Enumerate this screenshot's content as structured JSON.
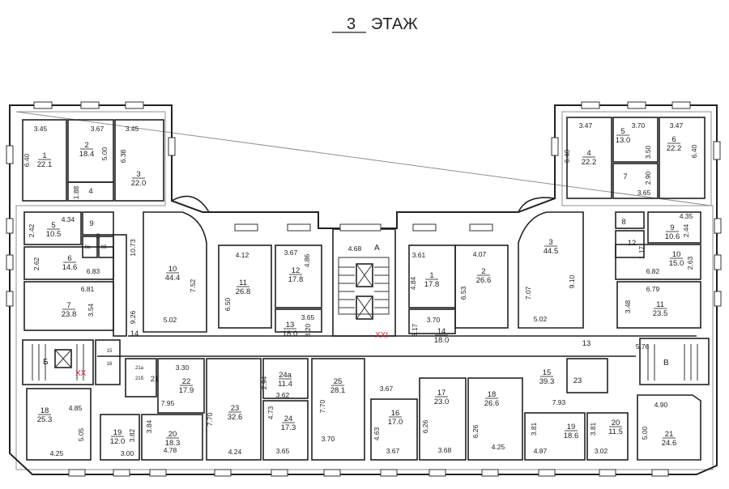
{
  "title": {
    "floor_number": "3",
    "floor_word": "ЭТАЖ"
  },
  "markers": {
    "stair_a": "А",
    "stair_b": "Б",
    "stair_v": "В",
    "exit_left": "XX",
    "exit_center": "XXI"
  },
  "rooms": [
    {
      "n": "1",
      "a": "22.1"
    },
    {
      "n": "2",
      "a": "18.4"
    },
    {
      "n": "3",
      "a": "22.0"
    },
    {
      "n": "4",
      "a": ""
    },
    {
      "n": "5",
      "a": "10.5"
    },
    {
      "n": "6",
      "a": "14.6"
    },
    {
      "n": "7",
      "a": "23.8"
    },
    {
      "n": "8",
      "a": ""
    },
    {
      "n": "9",
      "a": ""
    },
    {
      "n": "8а",
      "a": ""
    },
    {
      "n": "8б",
      "a": ""
    },
    {
      "n": "10",
      "a": "44.4"
    },
    {
      "n": "11",
      "a": "26.8"
    },
    {
      "n": "12",
      "a": "17.8"
    },
    {
      "n": "13",
      "a": "18.0"
    },
    {
      "n": "14",
      "a": ""
    },
    {
      "n": "1",
      "a": "17.8"
    },
    {
      "n": "2",
      "a": "26.6"
    },
    {
      "n": "14",
      "a": "18.0"
    },
    {
      "n": "3",
      "a": "44.5"
    },
    {
      "n": "4",
      "a": "22.2"
    },
    {
      "n": "5",
      "a": "13.0"
    },
    {
      "n": "6",
      "a": "22.2"
    },
    {
      "n": "7",
      "a": ""
    },
    {
      "n": "8",
      "a": ""
    },
    {
      "n": "9",
      "a": "10.6"
    },
    {
      "n": "12",
      "a": ""
    },
    {
      "n": "10",
      "a": "15.0"
    },
    {
      "n": "11",
      "a": "23.5"
    },
    {
      "n": "13",
      "a": ""
    },
    {
      "n": "15",
      "a": ""
    },
    {
      "n": "16",
      "a": ""
    },
    {
      "n": "21а",
      "a": ""
    },
    {
      "n": "21б",
      "a": ""
    },
    {
      "n": "21",
      "a": ""
    },
    {
      "n": "22",
      "a": "17.9"
    },
    {
      "n": "18",
      "a": "25.3"
    },
    {
      "n": "19",
      "a": "12.0"
    },
    {
      "n": "20",
      "a": "18.3"
    },
    {
      "n": "23",
      "a": "32.6"
    },
    {
      "n": "24а",
      "a": "11.4"
    },
    {
      "n": "24",
      "a": "17.3"
    },
    {
      "n": "25",
      "a": "28.1"
    },
    {
      "n": "16",
      "a": "17.0"
    },
    {
      "n": "17",
      "a": "23.0"
    },
    {
      "n": "18",
      "a": "26.6"
    },
    {
      "n": "15",
      "a": "39.3"
    },
    {
      "n": "23",
      "a": ""
    },
    {
      "n": "19",
      "a": "18.6"
    },
    {
      "n": "20",
      "a": "11.5"
    },
    {
      "n": "21",
      "a": "24.6"
    }
  ],
  "dims": [
    "3.45",
    "3.67",
    "3.45",
    "6.40",
    "5.00",
    "6.38",
    "1.88",
    "4.34",
    "2.42",
    "10.73",
    "2.62",
    "6.83",
    "7.52",
    "6.81",
    "3.54",
    "9.26",
    "5.02",
    "4.12",
    "6.50",
    "3.67",
    "4.86",
    "3.65",
    "3.20",
    "4.68",
    "3.61",
    "4.84",
    "4.07",
    "6.53",
    "3.70",
    "3.17",
    "7.07",
    "9.10",
    "5.02",
    "3.47",
    "3.70",
    "3.47",
    "6.40",
    "3.50",
    "6.40",
    "2.90",
    "3.65",
    "4.35",
    "2.44",
    "1.17",
    "2.63",
    "6.82",
    "6.79",
    "3.48",
    "5.76",
    "3.30",
    "7.95",
    "4.85",
    "5.05",
    "4.25",
    "3.82",
    "3.00",
    "3.84",
    "4.78",
    "7.70",
    "4.24",
    "2.94",
    "3.62",
    "4.73",
    "3.65",
    "7.70",
    "3.70",
    "3.67",
    "4.63",
    "3.67",
    "6.26",
    "3.68",
    "6.26",
    "4.25",
    "7.93",
    "3.81",
    "4.87",
    "3.81",
    "3.02",
    "4.90",
    "5.00"
  ]
}
